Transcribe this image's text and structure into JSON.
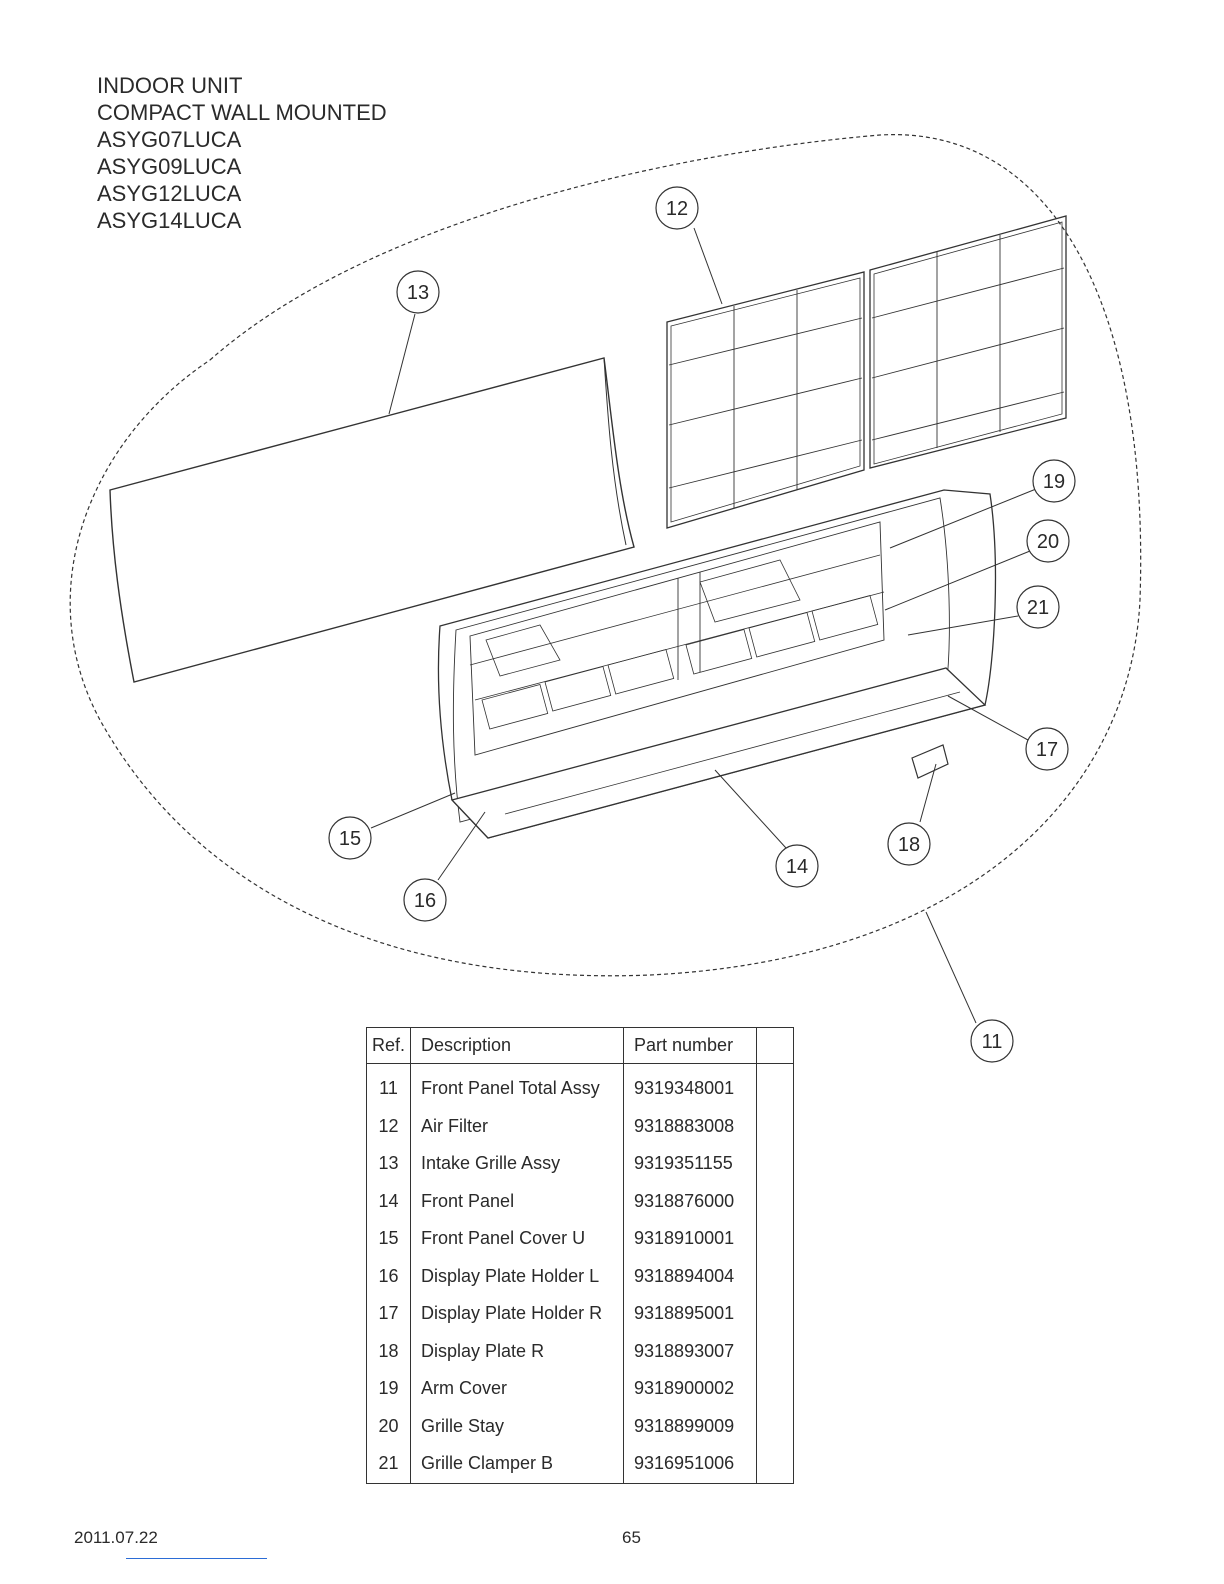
{
  "header": {
    "lines": [
      "INDOOR UNIT",
      "COMPACT WALL MOUNTED",
      "ASYG07LUCA",
      "ASYG09LUCA",
      "ASYG12LUCA",
      "ASYG14LUCA"
    ]
  },
  "callouts": [
    "11",
    "12",
    "13",
    "14",
    "15",
    "16",
    "17",
    "18",
    "19",
    "20",
    "21"
  ],
  "table": {
    "headers": {
      "ref": "Ref.",
      "description": "Description",
      "part_number": "Part number",
      "blank": ""
    },
    "rows": [
      {
        "ref": "11",
        "description": "Front Panel Total Assy",
        "part_number": "9319348001"
      },
      {
        "ref": "12",
        "description": "Air Filter",
        "part_number": "9318883008"
      },
      {
        "ref": "13",
        "description": "Intake Grille Assy",
        "part_number": "9319351155"
      },
      {
        "ref": "14",
        "description": "Front Panel",
        "part_number": "9318876000"
      },
      {
        "ref": "15",
        "description": "Front Panel Cover U",
        "part_number": "9318910001"
      },
      {
        "ref": "16",
        "description": "Display Plate Holder L",
        "part_number": "9318894004"
      },
      {
        "ref": "17",
        "description": "Display Plate Holder R",
        "part_number": "9318895001"
      },
      {
        "ref": "18",
        "description": "Display Plate R",
        "part_number": "9318893007"
      },
      {
        "ref": "19",
        "description": "Arm Cover",
        "part_number": "9318900002"
      },
      {
        "ref": "20",
        "description": "Grille Stay",
        "part_number": "9318899009"
      },
      {
        "ref": "21",
        "description": "Grille Clamper B",
        "part_number": "9316951006"
      }
    ]
  },
  "footer": {
    "date": "2011.07.22",
    "page": "65"
  },
  "colors": {
    "ink": "#2a2a2a",
    "link_underline": "#2b6cd6"
  }
}
